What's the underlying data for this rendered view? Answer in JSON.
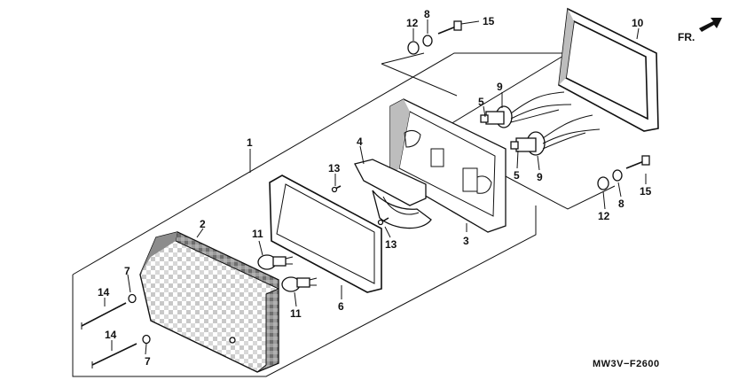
{
  "diagram": {
    "code": "MW3V−F2600",
    "direction_label": "FR.",
    "callouts": [
      {
        "id": "c1",
        "text": "1"
      },
      {
        "id": "c2",
        "text": "2"
      },
      {
        "id": "c3",
        "text": "3"
      },
      {
        "id": "c4",
        "text": "4"
      },
      {
        "id": "c5a",
        "text": "5"
      },
      {
        "id": "c5b",
        "text": "5"
      },
      {
        "id": "c6",
        "text": "6"
      },
      {
        "id": "c7a",
        "text": "7"
      },
      {
        "id": "c7b",
        "text": "7"
      },
      {
        "id": "c8a",
        "text": "8"
      },
      {
        "id": "c8b",
        "text": "8"
      },
      {
        "id": "c9a",
        "text": "9"
      },
      {
        "id": "c9b",
        "text": "9"
      },
      {
        "id": "c10",
        "text": "10"
      },
      {
        "id": "c11a",
        "text": "11"
      },
      {
        "id": "c11b",
        "text": "11"
      },
      {
        "id": "c12a",
        "text": "12"
      },
      {
        "id": "c12b",
        "text": "12"
      },
      {
        "id": "c13a",
        "text": "13"
      },
      {
        "id": "c13b",
        "text": "13"
      },
      {
        "id": "c14a",
        "text": "14"
      },
      {
        "id": "c14b",
        "text": "14"
      },
      {
        "id": "c15a",
        "text": "15"
      },
      {
        "id": "c15b",
        "text": "15"
      }
    ]
  }
}
